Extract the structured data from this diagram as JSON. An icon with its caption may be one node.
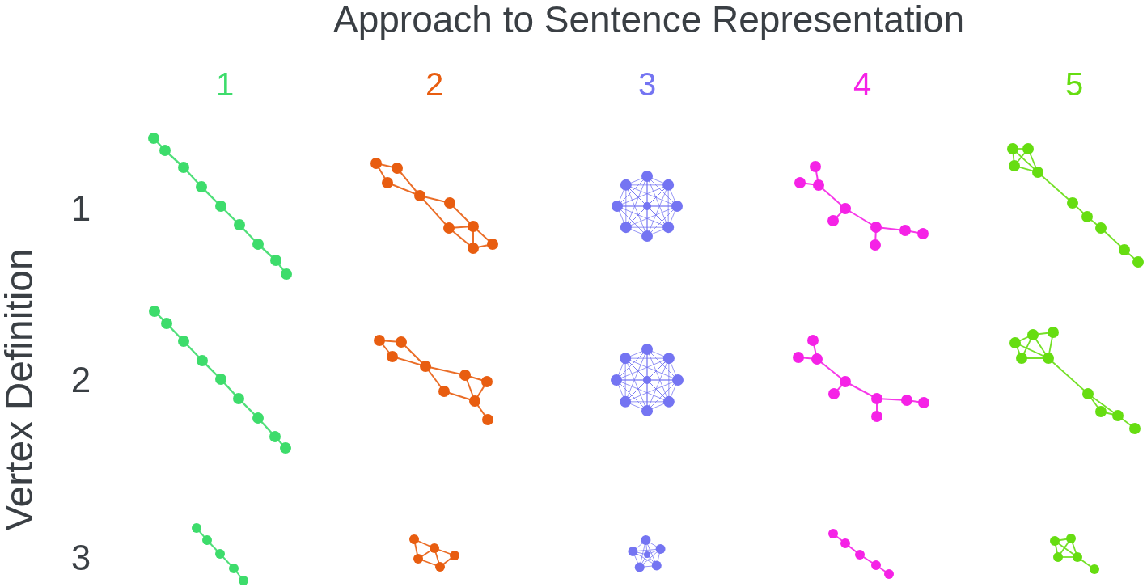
{
  "diagram": {
    "title": "Approach to Sentence Representation",
    "labels": [
      "1",
      "2",
      "3",
      "4",
      "5",
      "Vertex Definition",
      "1",
      "2",
      "3"
    ]
  }
}
